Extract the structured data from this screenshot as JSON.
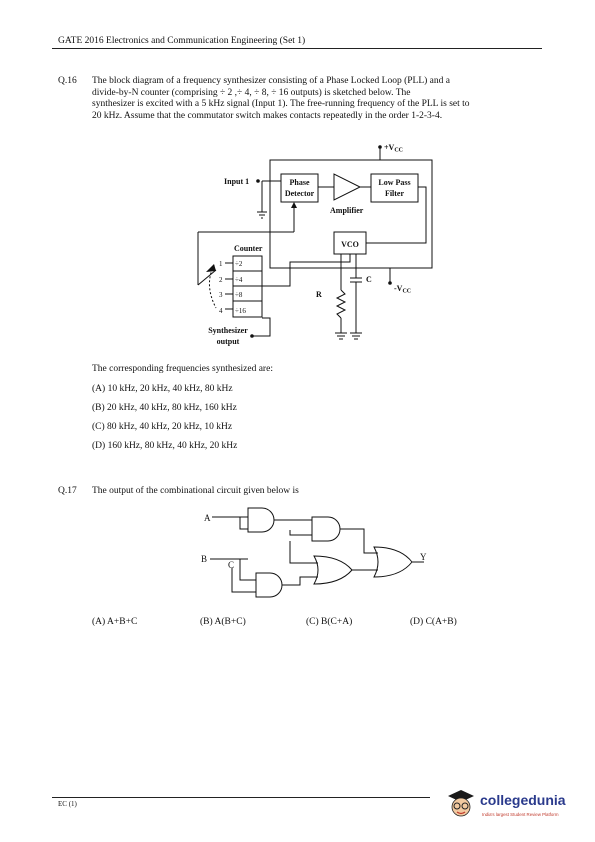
{
  "header": {
    "title": "GATE 2016 Electronics and Communication Engineering  (Set 1)"
  },
  "q16": {
    "number": "Q.16",
    "lines": [
      "The block diagram of a frequency synthesizer consisting of a Phase Locked Loop (PLL) and a",
      "divide-by-N  counter  (comprising  ÷ 2 ,÷ 4,  ÷ 8,  ÷ 16 outputs)  is  sketched  below.  The",
      "synthesizer is excited with a 5 kHz signal (Input 1). The free-running frequency of the PLL is set to",
      "20 kHz. Assume that the commutator switch makes contacts repeatedly in the order 1-2-3-4."
    ],
    "diagram": {
      "vcc_pos": "+V",
      "vcc_sub": "CC",
      "vcc_neg": "-V",
      "input": "Input 1",
      "phase_detector": [
        "Phase",
        "Detector"
      ],
      "amplifier": "Amplifier",
      "lpf": [
        "Low Pass",
        "Filter"
      ],
      "vco": "VCO",
      "counter": "Counter",
      "counter_outputs": [
        "÷2",
        "÷4",
        "÷8",
        "÷16"
      ],
      "switch_contacts": [
        "1",
        "2",
        "3",
        "4"
      ],
      "r": "R",
      "c": "C",
      "synth_output": [
        "Synthesizer",
        "output"
      ]
    },
    "prompt": "The corresponding frequencies synthesized are:",
    "options": [
      "(A) 10 kHz, 20 kHz, 40 kHz, 80 kHz",
      "(B) 20 kHz, 40 kHz, 80 kHz, 160 kHz",
      "(C) 80 kHz, 40 kHz, 20 kHz, 10 kHz",
      "(D) 160 kHz, 80 kHz, 40 kHz, 20 kHz"
    ]
  },
  "q17": {
    "number": "Q.17",
    "text": "The output of the combinational circuit given below is",
    "inputs": [
      "A",
      "B",
      "C"
    ],
    "output": "Y",
    "options": [
      "(A) A+B+C",
      "(B) A(B+C)",
      "(C) B(C+A)",
      "(D) C(A+B)"
    ]
  },
  "footer": {
    "code": "EC (1)",
    "brand": "collegedunia",
    "tagline": "India's largest Student Review Platform"
  }
}
